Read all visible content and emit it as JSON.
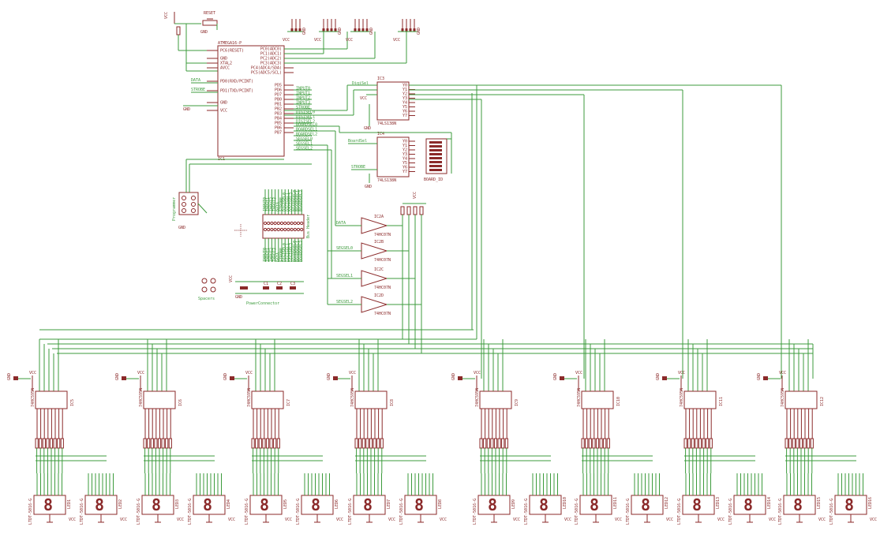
{
  "labels": {
    "vcc": "VCC",
    "gnd": "GND",
    "reset": "RESET",
    "mcu_name": "ATMEGA16-P",
    "mcu_ref": "IC1",
    "ic3_name": "IC3",
    "ic3_type": "74LS138N",
    "ic4_name": "IC4",
    "ic4_type": "74LS138N",
    "board_id": "BOARD_ID",
    "data": "DATA",
    "strobe": "STROBE",
    "digisel": "DigiSel",
    "boardsel": "BoardSel",
    "programmer": "Programmer",
    "bus_header": "Bus Header",
    "ic2a": "IC2A",
    "ic2b": "IC2B",
    "ic2c": "IC2C",
    "ic2d": "IC2D",
    "buffer_type": "74HC07N",
    "segsel0": "SEGSEL0",
    "segsel1": "SEGSEL1",
    "segsel2": "SEGSEL2",
    "spacers": "Spacers",
    "power_connector": "PowerConnector",
    "c1": "C1",
    "c2": "C2",
    "c3": "C3",
    "shift_type": "74HC595N",
    "display_type": "LTDT-5016-G",
    "seven_seg_glyph": "8"
  },
  "mcu_left_pins": [
    "PC6(RESET)",
    "GND",
    "XTAL2",
    "AVCC",
    "PD0(RXD/PCINT)",
    "PD1(TXD/PCINT)",
    "GND",
    "VCC"
  ],
  "mcu_right_pins": [
    "PC0(ADC0)",
    "PC1(ADC1)",
    "PC2(ADC2)",
    "PC3(ADC3)",
    "PC4(ADC4/SDA)",
    "PC5(ADC5/SCL)",
    "PD5",
    "PD6",
    "PD7",
    "PB0",
    "PB1",
    "PB2",
    "PB3",
    "PB4",
    "PB5",
    "PB6",
    "PB7"
  ],
  "mcu_right_nets": [
    "INPUT0",
    "INPUT1",
    "INPUT2",
    "INPUT3",
    "STROBE",
    "DIGISEL0",
    "DIGISEL1",
    "DIGISEL2",
    "BOARDSEL0",
    "BOARDSEL1",
    "BOARDSEL2",
    "SEGSEL0",
    "SEGSEL1",
    "SEGSEL2"
  ],
  "decoder_pins": [
    "Y0",
    "Y1",
    "Y2",
    "Y3",
    "Y4",
    "Y5",
    "Y6",
    "Y7"
  ],
  "bus_header_nets": [
    "INPUT0",
    "INPUT1",
    "INPUT2",
    "INPUT3",
    "DATA",
    "STROBE",
    "DIGISEL0",
    "DIGISEL1",
    "DIGISEL2",
    "BOARDSEL0",
    "BOARDSEL1",
    "BOARDSEL2"
  ],
  "shift_registers": [
    "IC5",
    "IC6",
    "IC7",
    "IC8",
    "IC9",
    "IC10",
    "IC11",
    "IC12"
  ],
  "displays": [
    "LED1",
    "LED2",
    "LED3",
    "LED4",
    "LED5",
    "LED6",
    "LED7",
    "LED8",
    "LED9",
    "LED10",
    "LED11",
    "LED12",
    "LED13",
    "LED14",
    "LED15",
    "LED16"
  ],
  "colors": {
    "wire": "#3c9b3c",
    "part": "#8b2a2a",
    "background": "#ffffff"
  }
}
